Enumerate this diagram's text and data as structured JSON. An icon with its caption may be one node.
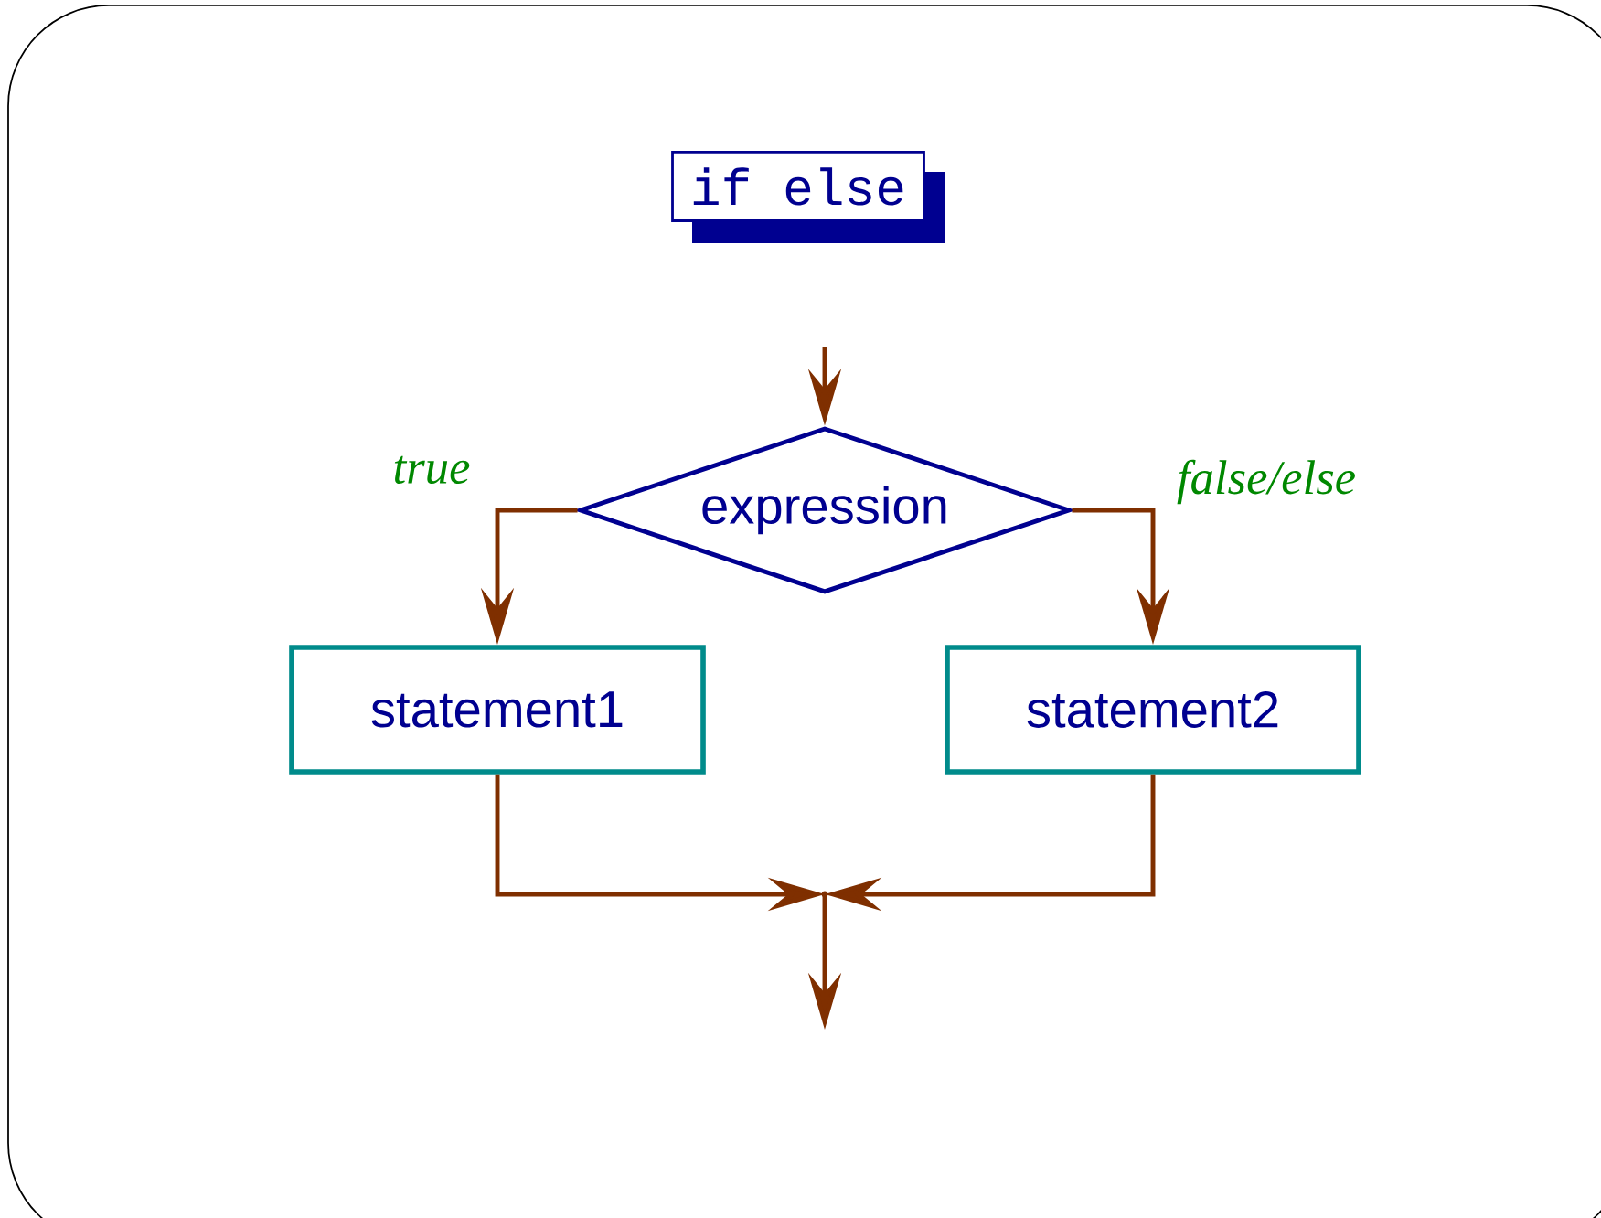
{
  "diagram": {
    "title": "if else",
    "nodes": [
      {
        "text": [
          "expression"
        ]
      },
      {
        "text": [
          "statement1"
        ]
      },
      {
        "text": [
          "statement2"
        ]
      },
      {
        "text": [],
        "shape": "circle"
      }
    ],
    "edges": [
      {
        "from": null,
        "to": 0,
        "arrow": "to"
      },
      {
        "from": 0,
        "to": 1,
        "arrow": "to",
        "label": "true"
      },
      {
        "from": 0,
        "to": 2,
        "arrow": "to",
        "label": "false/else"
      },
      {
        "from": 1,
        "to": 3,
        "arrow": "to"
      },
      {
        "from": 2,
        "to": 3,
        "arrow": "to"
      },
      {
        "from": 3,
        "to": null,
        "arrow": "to"
      }
    ]
  }
}
